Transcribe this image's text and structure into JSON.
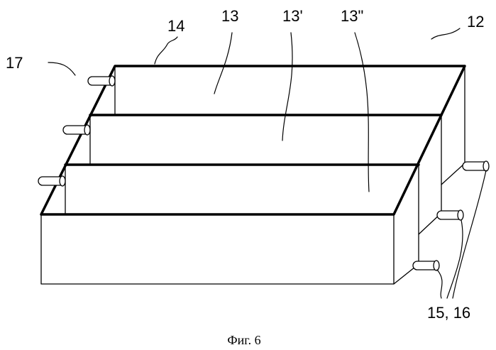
{
  "figure": {
    "caption": "Фиг. 6",
    "labels": {
      "assembly": "12",
      "compartment_1": "13",
      "compartment_2": "13'",
      "compartment_3": "13\"",
      "top_frame": "14",
      "connectors_right": "15, 16",
      "connectors_left": "17"
    },
    "colors": {
      "line": "#000000",
      "background": "#ffffff"
    }
  }
}
